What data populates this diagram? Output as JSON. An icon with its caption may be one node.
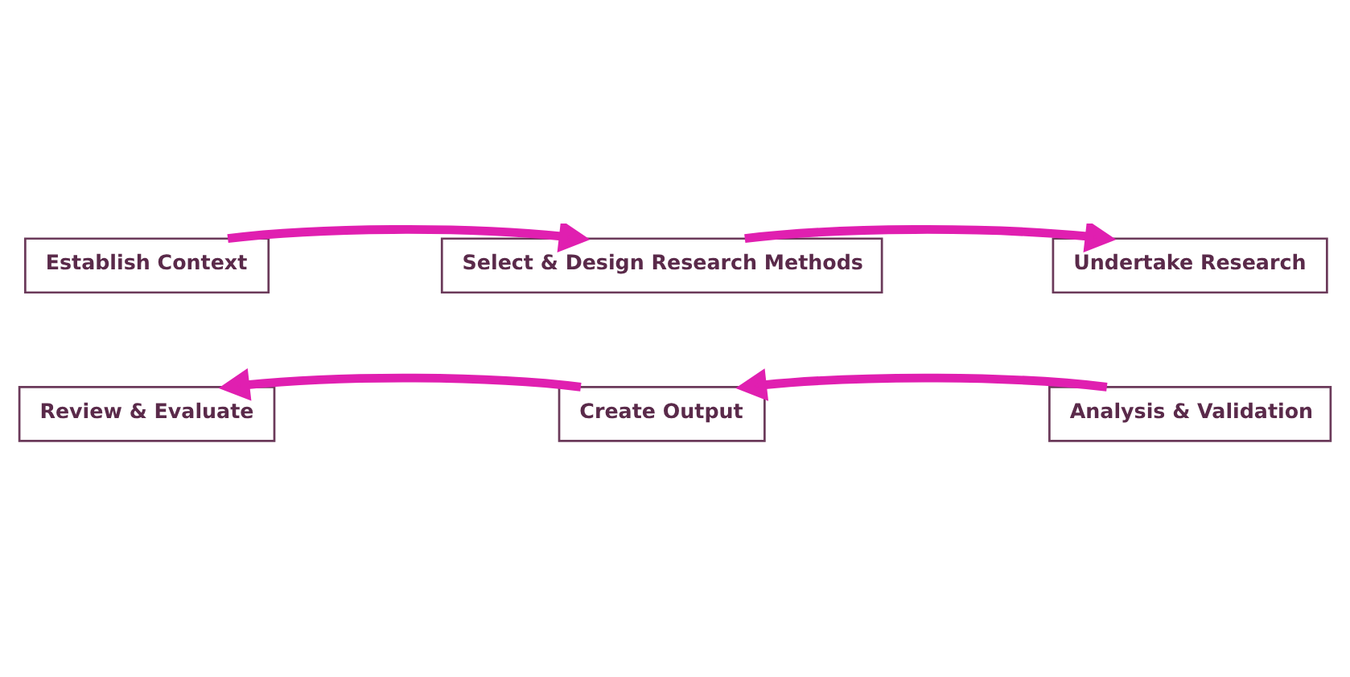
{
  "diagram": {
    "nodes": [
      {
        "text": [
          "Establish Context"
        ]
      },
      {
        "text": [
          "Select & Design Research Methods"
        ]
      },
      {
        "text": [
          "Undertake Research"
        ]
      },
      {
        "text": [
          "Review & Evaluate"
        ]
      },
      {
        "text": [
          "Create Output"
        ]
      },
      {
        "text": [
          "Analysis & Validation"
        ]
      }
    ],
    "edges": [
      {
        "from": 0,
        "to": 1,
        "arrow": "to"
      },
      {
        "from": 1,
        "to": 2,
        "arrow": "to"
      },
      {
        "from": 5,
        "to": 4,
        "arrow": "to"
      },
      {
        "from": 4,
        "to": 3,
        "arrow": "to"
      }
    ]
  }
}
